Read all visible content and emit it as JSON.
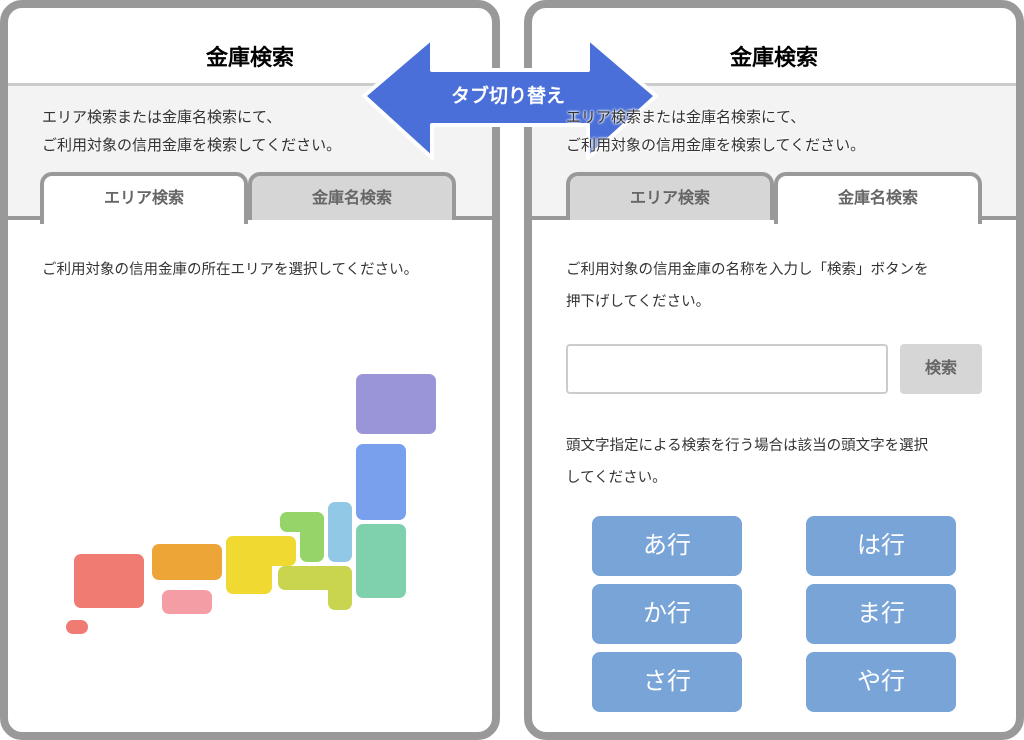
{
  "arrow": {
    "label": "タブ切り替え",
    "color": "#4a6fd8"
  },
  "left": {
    "title": "金庫検索",
    "intro": [
      "エリア検索または金庫名検索にて、",
      "ご利用対象の信用金庫を検索してください。"
    ],
    "tabs": [
      {
        "label": "エリア検索",
        "active": true
      },
      {
        "label": "金庫名検索",
        "active": false
      }
    ],
    "description": "ご利用対象の信用金庫の所在エリアを選択してください。",
    "map_regions": [
      {
        "name": "hokkaido",
        "color": "#9a94d8"
      },
      {
        "name": "tohoku",
        "color": "#78a0ec"
      },
      {
        "name": "kanto",
        "color": "#7fd1ae"
      },
      {
        "name": "hokuriku",
        "color": "#90c8e6"
      },
      {
        "name": "koshinetsu",
        "color": "#94d468"
      },
      {
        "name": "tokai",
        "color": "#c9d54e"
      },
      {
        "name": "kinki",
        "color": "#f0d930"
      },
      {
        "name": "chugoku",
        "color": "#eea538"
      },
      {
        "name": "shikoku",
        "color": "#f49da5"
      },
      {
        "name": "kyushu",
        "color": "#f07b72"
      },
      {
        "name": "okinawa",
        "color": "#f07b72"
      }
    ]
  },
  "right": {
    "title": "金庫検索",
    "intro": [
      "エリア検索または金庫名検索にて、",
      "ご利用対象の信用金庫を検索してください。"
    ],
    "tabs": [
      {
        "label": "エリア検索",
        "active": false
      },
      {
        "label": "金庫名検索",
        "active": true
      }
    ],
    "description": [
      "ご利用対象の信用金庫の名称を入力し「検索」ボタンを",
      "押下げしてください。"
    ],
    "search": {
      "value": "",
      "placeholder": "",
      "button": "検索"
    },
    "initial_description": [
      "頭文字指定による検索を行う場合は該当の頭文字を選択",
      "してください。"
    ],
    "kana_buttons": [
      "あ行",
      "か行",
      "さ行",
      "は行",
      "ま行",
      "や行"
    ]
  }
}
